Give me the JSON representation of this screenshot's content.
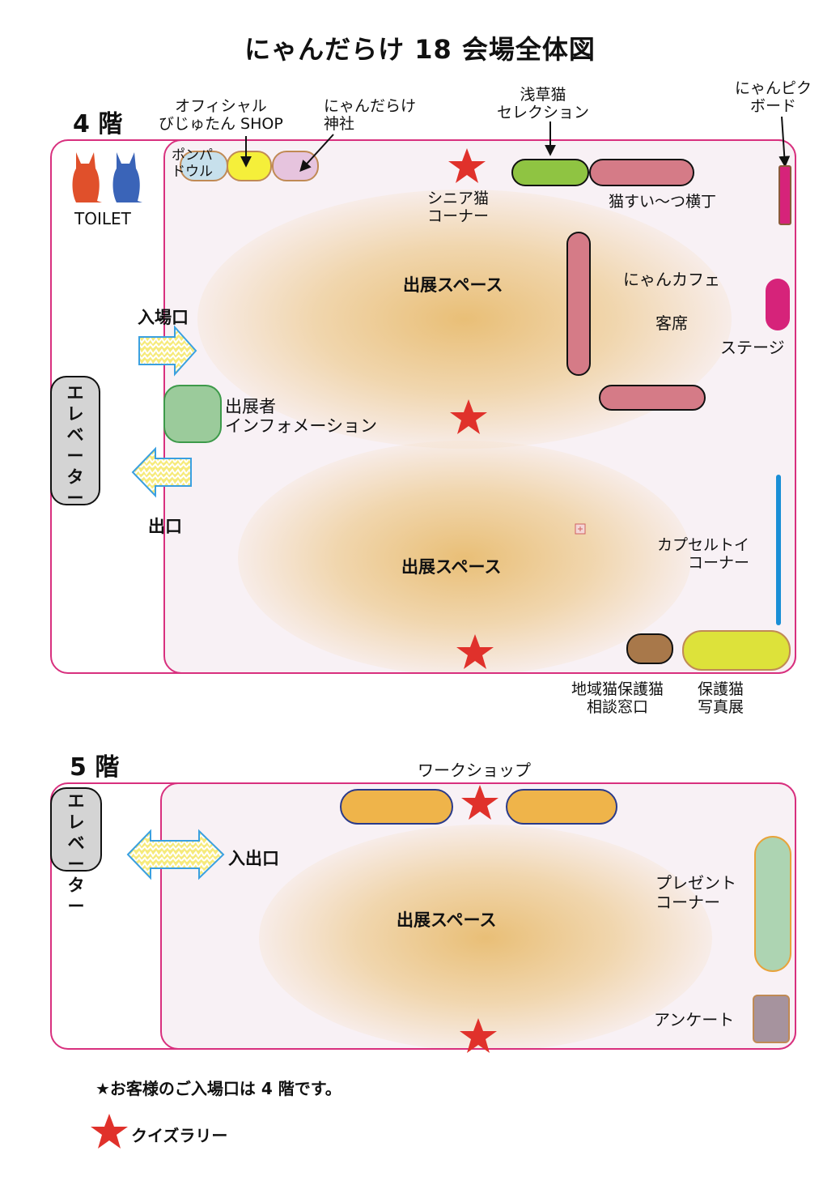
{
  "title": "にゃんだらけ 18 会場全体図",
  "floor4": {
    "label": "4 階",
    "toilet": "TOILET",
    "elevator": "エ\nレ\nベ\nー\nタ\nー",
    "entrance": "入場口",
    "exit": "出口",
    "exhibitor_info": "出展者\nインフォメーション",
    "exhibition_space_top": "出展スペース",
    "exhibition_space_bottom": "出展スペース",
    "pompadour": "ポンパ\nドウル",
    "official_shop": "オフィシャル\nびじゅたん SHOP",
    "shrine": "にゃんだらけ\n神社",
    "senior_corner": "シニア猫\nコーナー",
    "asakusa": "浅草猫\nセレクション",
    "suitsu": "猫すい～つ横丁",
    "pickboard": "にゃんピク\nボード",
    "cafe": "にゃんカフェ",
    "cafe_seats": "客席",
    "stage": "ステージ",
    "capsule": "カプセルトイ\nコーナー",
    "rescue_desk": "地域猫保護猫\n相談窓口",
    "photo_exhibit": "保護猫\n写真展"
  },
  "floor5": {
    "label": "5 階",
    "elevator": "エ\nレ\nベ\nー\nタ\nー",
    "entrance_exit": "入出口",
    "workshop": "ワークショップ",
    "exhibition_space": "出展スペース",
    "present_corner": "プレゼント\nコーナー",
    "survey": "アンケート"
  },
  "notes": {
    "entrance_note": "★お客様のご入場口は 4 階です。",
    "quiz_rally": "クイズラリー"
  },
  "colors": {
    "border": "#d8307e",
    "star": "#e0312b",
    "pompadour": "#c7e0ec",
    "official_shop": "#f5ef3a",
    "shrine": "#e6c4de",
    "asakusa": "#8fc442",
    "rose_booth": "#d57b87",
    "stage": "#d6237a",
    "info": "#9bcb9b",
    "capsule_line": "#1a8fd6",
    "rescue_desk": "#a8784a",
    "photo_exhibit": "#dde23a",
    "workshop": "#efb44a",
    "present": "#add4b2",
    "survey": "#a6939e",
    "toilet_red": "#e0502b",
    "toilet_blue": "#3a64b8",
    "elevator": "#d4d4d4"
  }
}
